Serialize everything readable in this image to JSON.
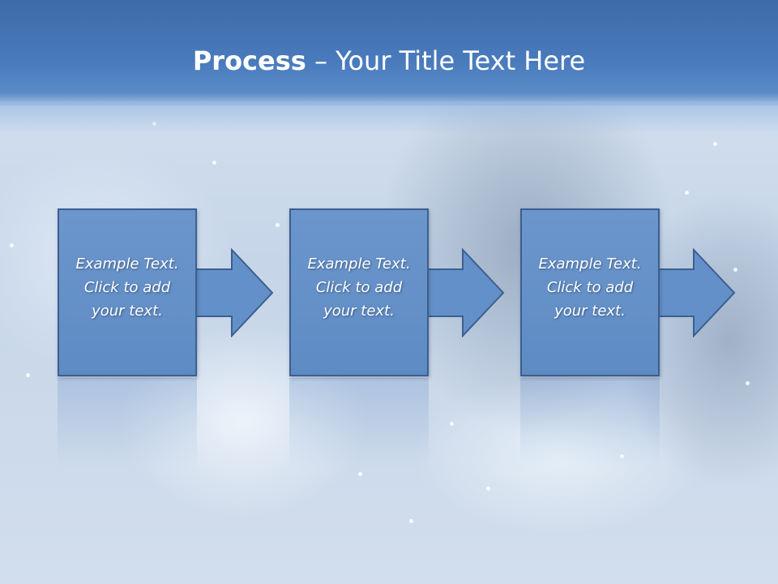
{
  "slide": {
    "title_bold": "Process",
    "title_rest": " – Your Title Text Here"
  },
  "steps": [
    {
      "text": "Example Text.\nClick  to add\nyour text."
    },
    {
      "text": "Example Text.\nClick  to add\nyour text."
    },
    {
      "text": "Example Text.\nClick  to add\nyour text."
    }
  ],
  "colors": {
    "header": "#4a7bbd",
    "box_fill": "#6390c8",
    "box_border": "#3d5f8f",
    "text": "#ffffff"
  },
  "icons": [
    "right-arrow-icon"
  ]
}
